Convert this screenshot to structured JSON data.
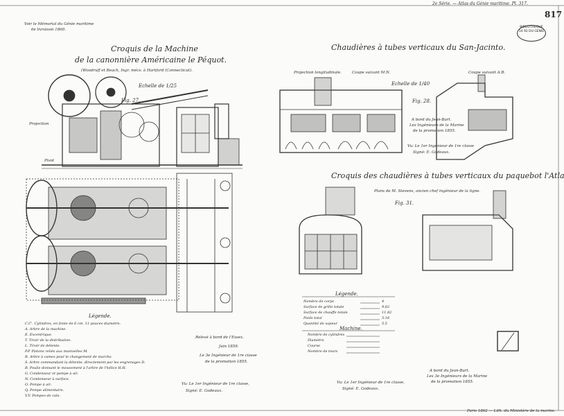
{
  "header": {
    "series": "2e Série. — Atlas du Génie maritime. Pl. 317.",
    "plate_number": "817",
    "reference": "Voir le Mémorial du Génie maritime",
    "reference_line2": "6e livraison 1860.",
    "stamp": "BIBLIOTHEQUE 14 92 DU GENIE"
  },
  "left": {
    "title_line1": "Croquis de la Machine",
    "title_line2": "de la canonnière Américaine le Péquot.",
    "subtitle": "(Woodruff et Beach, Ingr. mécs. à Hartford (Connecticut).",
    "scale": "Echelle de 1/25",
    "fig": "Fig. 27.",
    "label_a": "Projection",
    "label_b": "Pivot",
    "legend_title": "Légende.",
    "legend": [
      "C.C'. Cylindres, en fonte de 6 cm. 11 pouces diamètre.",
      "A.    Arbre de la machine.",
      "E.    Excentrique.",
      "T.    Tiroir de la distribution.",
      "L.    Tiroir de détente.",
      "P.P.  Pistons reliés aux manivelles M.",
      "R.    Arbre à cames pour le changement de marche.",
      "S.    Arbre commandant la détente, directement par les engrenages D.",
      "B.    Poulie donnant le mouvement à l'arbre de l'hélice H.H.",
      "G.    Condenseur et pompe à air.",
      "N.    Condenseur à surface.",
      "O.    Pompe à air.",
      "Q.    Pompe alimentaire.",
      "V.V.  Pompes de cale."
    ],
    "note1": "Relevé à bord de l'Essex.",
    "note1b": "Juin 1859.",
    "note2": "Le 3e Ingénieur de 1re classe",
    "note2b": "de la promotion 1855.",
    "sign1": "Vu: Le 1er Ingénieur de 1re classe,",
    "sign2": "Signé: E. Godeaux."
  },
  "right": {
    "title1": "Chaudières à tubes verticaux du San-Jacinto.",
    "view1": "Projection longitudinale.",
    "view2": "Coupe suivant M.N.",
    "view3": "Coupe suivant A.B.",
    "scale": "Echelle de 1/40",
    "fig28": "Fig. 28.",
    "note_sj1": "A bord du Jean-Bart.",
    "note_sj2": "Les Ingénieurs de la Marine",
    "note_sj3": "de la promotion 1855.",
    "note_sj4": "Vu: Le 1er Ingénieur de 1re classe",
    "note_sj5": "Signé: E. Godeaux.",
    "title2": "Croquis des chaudières à tubes verticaux du paquebot l'Atlantic.",
    "subtitle2": "Plans de M. Stevens, ancien chef ingénieur de la ligne.",
    "fig31": "Fig. 31.",
    "legend_title": "Légende.",
    "legend": [
      "Nombre de corps",
      "Surface de grille totale",
      "Surface de chauffe totale",
      "Poids total",
      "Quantité de vapeur"
    ],
    "legend_vals": [
      "4",
      "9.62",
      "11.82",
      "5.16",
      "5.5"
    ],
    "machine_title": "Machine.",
    "machine": [
      "Nombre de cylindres",
      "Diamètre",
      "Course",
      "Nombre de tours"
    ],
    "note3": "A bord du Jean-Bart.",
    "note3b": "Les 3e Ingénieurs de la Marine",
    "note3c": "de la promotion 1855.",
    "sign1": "Vu: Le 1er Ingénieur de 1re classe,",
    "sign2": "Signé: E. Godeaux."
  },
  "footer": {
    "imprint": "Paris 1862 — Lith. du Ministère de la marine."
  }
}
